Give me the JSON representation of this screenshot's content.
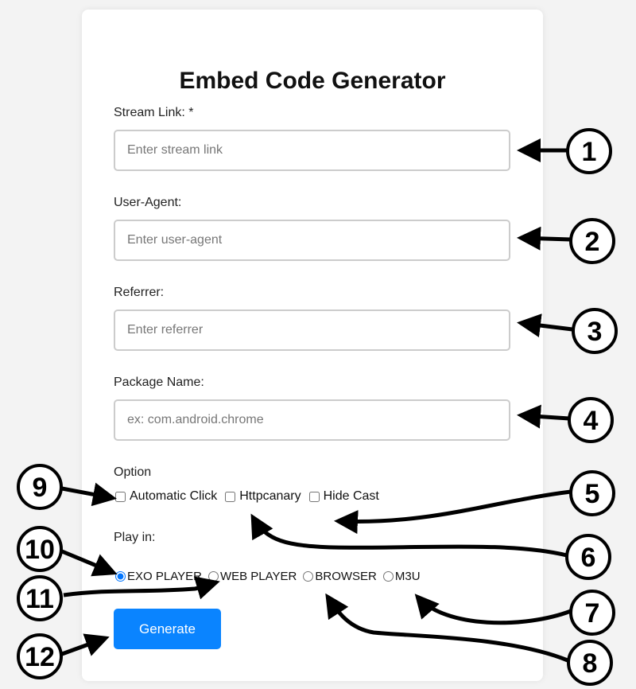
{
  "title": "Embed Code Generator",
  "fields": [
    {
      "label": "Stream Link: *",
      "placeholder": "Enter stream link"
    },
    {
      "label": "User-Agent:",
      "placeholder": "Enter user-agent"
    },
    {
      "label": "Referrer:",
      "placeholder": "Enter referrer"
    },
    {
      "label": "Package Name:",
      "placeholder": "ex: com.android.chrome"
    }
  ],
  "option": {
    "label": "Option",
    "checkboxes": [
      "Automatic Click",
      "Httpcanary",
      "Hide Cast"
    ]
  },
  "play_in": {
    "label": "Play in:",
    "radios": [
      "EXO PLAYER",
      "WEB PLAYER",
      "BROWSER",
      "M3U"
    ],
    "selected": "EXO PLAYER"
  },
  "generate_label": "Generate",
  "annotations": [
    "1",
    "2",
    "3",
    "4",
    "5",
    "6",
    "7",
    "8",
    "9",
    "10",
    "11",
    "12"
  ]
}
